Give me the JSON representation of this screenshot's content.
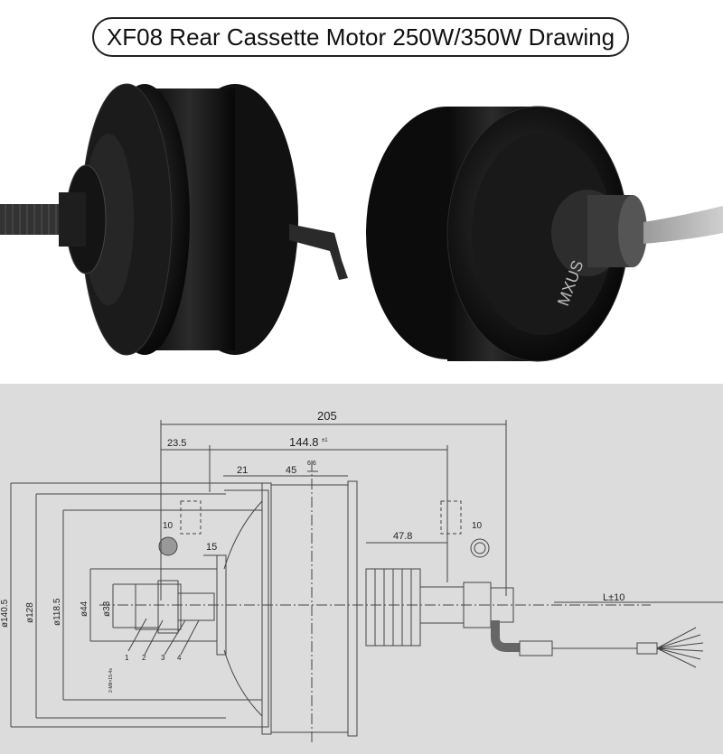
{
  "title": "XF08 Rear Cassette Motor 250W/350W Drawing",
  "photo": {
    "brand_logo": "MXUS"
  },
  "dimensions": {
    "overall_width": "205",
    "left_offset": "23.5",
    "hub_width": "144.8",
    "hub_tolerance": "±1",
    "d21": "21",
    "d45": "45",
    "d15": "15",
    "d47_8": "47.8",
    "d6_6": "6.6",
    "flat_left": "10",
    "flat_right": "10",
    "dia_140_5": "ø140.5",
    "dia_128": "ø128",
    "dia_118_5": "ø118.5",
    "dia_44": "ø44",
    "dia_33": "ø33",
    "cable_length": "L±10",
    "callout_1": "1",
    "callout_2": "2",
    "callout_3": "3",
    "callout_4": "4",
    "thread_note": "2-M8×15-4s"
  }
}
